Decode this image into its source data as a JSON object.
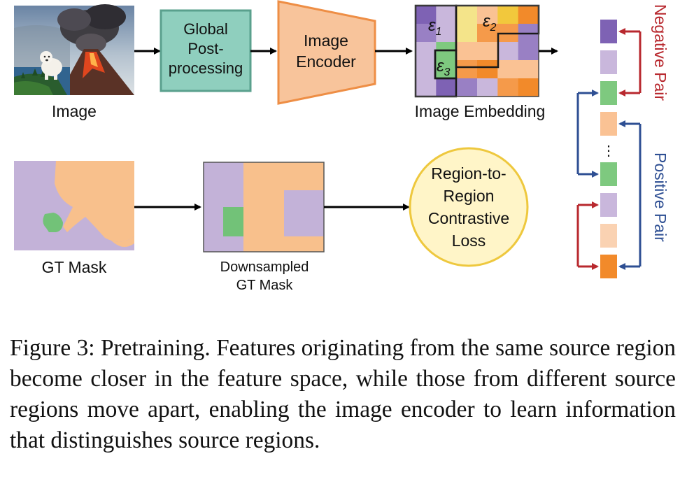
{
  "labels": {
    "image": "Image",
    "global_postprocessing": [
      "Global",
      "Post-",
      "processing"
    ],
    "image_encoder": [
      "Image",
      "Encoder"
    ],
    "image_embedding": "Image Embedding",
    "eps1": "ε",
    "eps1_sub": "1",
    "eps2": "ε",
    "eps2_sub": "2",
    "eps3": "ε",
    "eps3_sub": "3",
    "gt_mask": "GT Mask",
    "downsampled_gt_mask": [
      "Downsampled",
      "GT Mask"
    ],
    "loss": [
      "Region-to-",
      "Region",
      "Contrastive",
      "Loss"
    ],
    "negative_pair": "Negative Pair",
    "positive_pair": "Positive Pair",
    "ellipsis": "⋮"
  },
  "colors": {
    "purple_light": "#c9b7dc",
    "purple": "#9980c4",
    "purple_dark": "#7e62b4",
    "orange_light": "#fac294",
    "orange": "#f59a4a",
    "orange_dark": "#f28a2a",
    "yellow": "#f4e48a",
    "yellow_dark": "#f2c83c",
    "green": "#7ec97f",
    "green_dark": "#5cb45e",
    "mask_purple": "#c3b2d8",
    "mask_orange": "#f8c08c",
    "mask_green": "#72c278",
    "negative": "#b8282e",
    "positive": "#2e4f93",
    "teal_box": "#8fcfbe",
    "teal_border": "#5aa08d",
    "encoder_fill": "#f8c49b",
    "encoder_border": "#ee8e45",
    "loss_fill": "#fff5c8",
    "loss_border": "#eec83e"
  },
  "caption": "Figure 3: Pretraining. Features originating from the same source region become closer in the feature space, while those from different source regions move apart, enabling the image encoder to learn information that distinguishes source regions."
}
